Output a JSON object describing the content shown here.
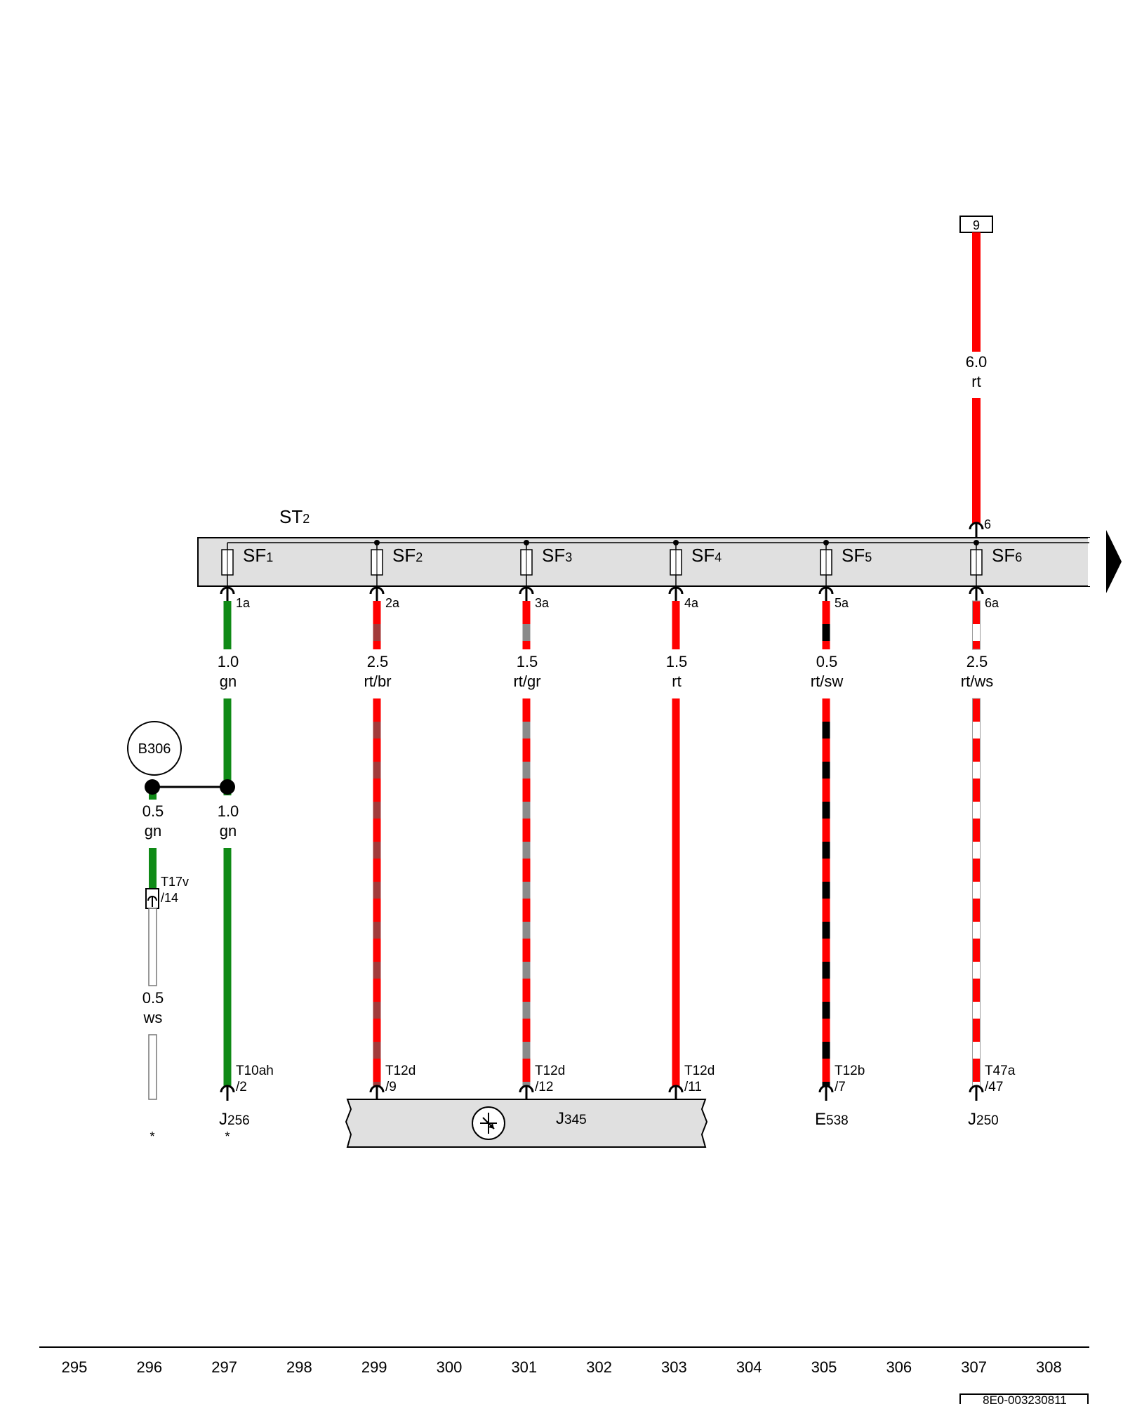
{
  "top_connector": {
    "label": "9",
    "wire_size": "6.0",
    "wire_color_code": "rt",
    "pin": "6",
    "color": "#ff0000"
  },
  "fuse_carrier": {
    "name": "ST",
    "sub": "2",
    "fill": "#e0e0e0"
  },
  "fuses": [
    {
      "name": "SF",
      "num": "1",
      "out_pin": "1a",
      "size": "1.0",
      "code": "gn",
      "base_color": "#0f8a16",
      "stripe_color": "",
      "pattern": "solid"
    },
    {
      "name": "SF",
      "num": "2",
      "out_pin": "2a",
      "size": "2.5",
      "code": "rt/br",
      "base_color": "#ff0000",
      "stripe_color": "#a23a3a",
      "pattern": "stripe"
    },
    {
      "name": "SF",
      "num": "3",
      "out_pin": "3a",
      "size": "1.5",
      "code": "rt/gr",
      "base_color": "#ff0000",
      "stripe_color": "#8a8a8a",
      "pattern": "stripe"
    },
    {
      "name": "SF",
      "num": "4",
      "out_pin": "4a",
      "size": "1.5",
      "code": "rt",
      "base_color": "#ff0000",
      "stripe_color": "",
      "pattern": "solid"
    },
    {
      "name": "SF",
      "num": "5",
      "out_pin": "5a",
      "size": "0.5",
      "code": "rt/sw",
      "base_color": "#ff0000",
      "stripe_color": "#000000",
      "pattern": "stripe"
    },
    {
      "name": "SF",
      "num": "6",
      "out_pin": "6a",
      "size": "2.5",
      "code": "rt/ws",
      "base_color": "#ff0000",
      "stripe_color": "#ffffff",
      "pattern": "stripe"
    }
  ],
  "splice": {
    "label": "B306",
    "branch_wire": {
      "size": "0.5",
      "code": "gn"
    },
    "main_wire": {
      "size": "1.0",
      "code": "gn"
    },
    "connector": {
      "name": "T17v",
      "pin": "/14"
    },
    "after_wire": {
      "size": "0.5",
      "code": "ws"
    }
  },
  "bottom_connections": [
    {
      "conn": "T10ah",
      "pin": "/2"
    },
    {
      "conn": "T12d",
      "pin": "/9"
    },
    {
      "conn": "T12d",
      "pin": "/12"
    },
    {
      "conn": "T12d",
      "pin": "/11"
    },
    {
      "conn": "T12b",
      "pin": "/7"
    },
    {
      "conn": "T47a",
      "pin": "/47"
    }
  ],
  "components": [
    {
      "name": "J",
      "num": "256",
      "note": "*"
    },
    {
      "name": "J",
      "num": "345"
    },
    {
      "name": "E",
      "num": "538"
    },
    {
      "name": "J",
      "num": "250"
    }
  ],
  "left_note": "*",
  "grid_numbers": [
    "295",
    "296",
    "297",
    "298",
    "299",
    "300",
    "301",
    "302",
    "303",
    "304",
    "305",
    "306",
    "307",
    "308"
  ],
  "doc_id": "8E0-003230811"
}
